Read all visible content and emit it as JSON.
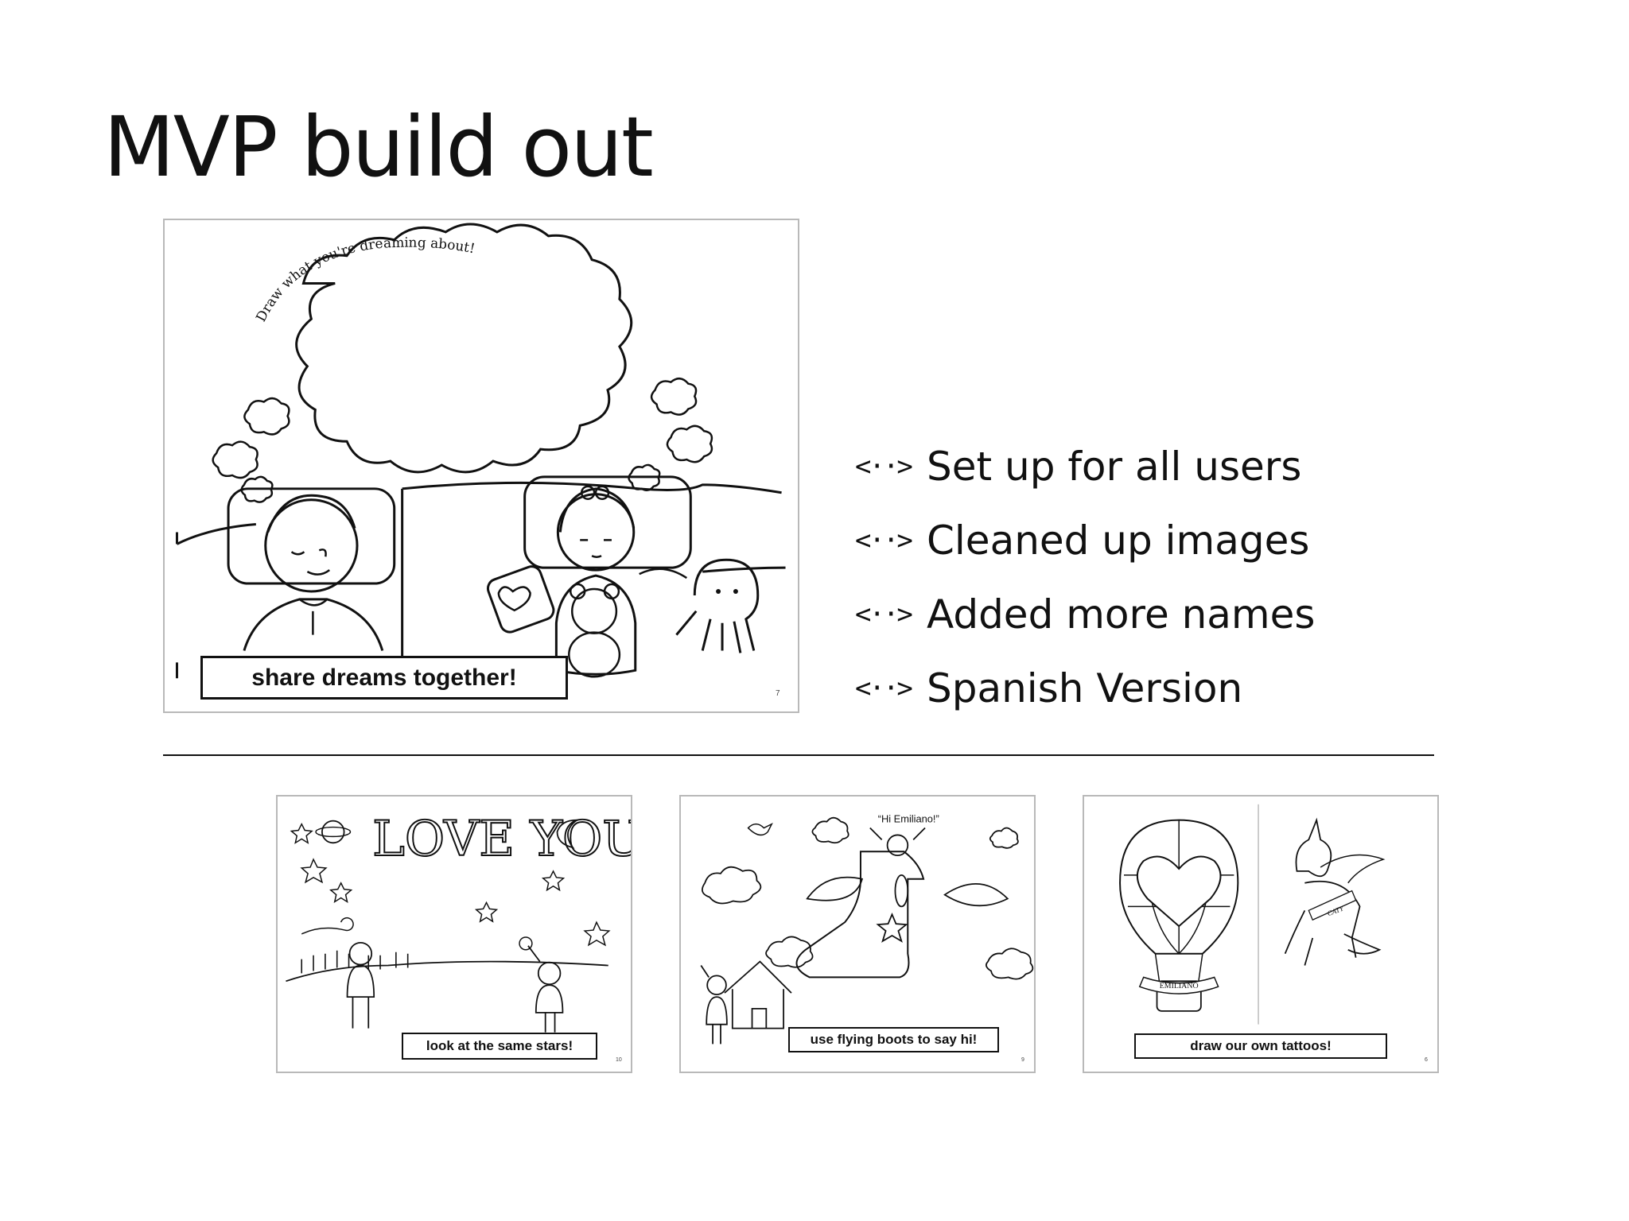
{
  "slide": {
    "title": "MVP build out"
  },
  "bullets": [
    {
      "icon": "double-arrow-icon",
      "arrow": "<··>",
      "text": "Set up for all users"
    },
    {
      "icon": "double-arrow-icon",
      "arrow": "<··>",
      "text": "Cleaned up images"
    },
    {
      "icon": "double-arrow-icon",
      "arrow": "<··>",
      "text": "Added more names"
    },
    {
      "icon": "double-arrow-icon",
      "arrow": "<··>",
      "text": "Spanish Version"
    }
  ],
  "main_page": {
    "prompt": "Draw what you're dreaming about!",
    "caption": "share dreams together!",
    "page_number": "7"
  },
  "thumbnails": [
    {
      "caption": "look at the same stars!",
      "page_number": "10",
      "art_text": "LOVE YOU"
    },
    {
      "caption": "use flying boots to say hi!",
      "page_number": "9",
      "speech": "“Hi Emiliano!”"
    },
    {
      "caption": "draw our own tattoos!",
      "page_number": "6",
      "balloon_banner": "EMILIANO",
      "unicorn_banner": "CATY"
    }
  ]
}
